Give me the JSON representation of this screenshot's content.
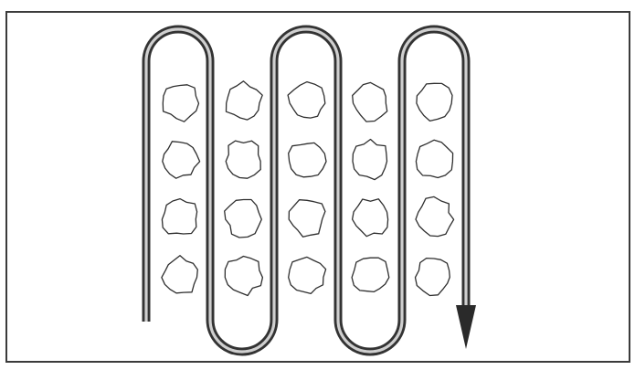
{
  "diagram": {
    "title": "",
    "path_style": "serpentine",
    "path_direction": "down",
    "path_columns": 5,
    "item_grid": {
      "rows": 4,
      "columns": 5
    },
    "colors": {
      "background": "#ffffff",
      "frame": "#3b3b3b",
      "path_outline": "#333333",
      "path_fill": "#cfcfcf",
      "item_outline": "#2e2e2e"
    }
  }
}
